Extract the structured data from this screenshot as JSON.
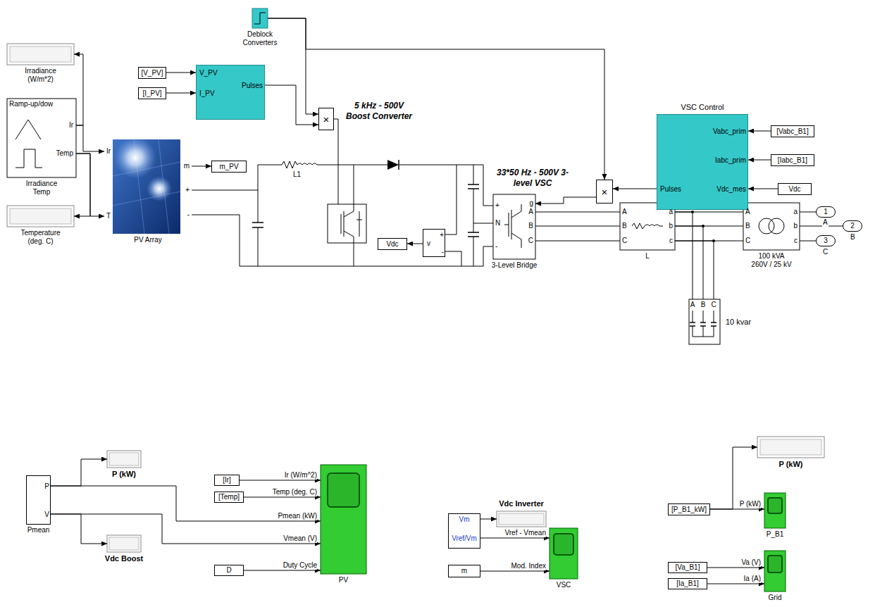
{
  "diagram": {
    "nodes": [
      {
        "text": [
          "Deblock Converters"
        ]
      },
      {
        "text": [
          "[V_PV]"
        ]
      },
      {
        "text": [
          "[I_PV]"
        ]
      },
      {
        "text": [
          "V_PV",
          "I_PV",
          "Pulses"
        ]
      },
      {
        "text": [
          "×"
        ]
      },
      {
        "text": [
          "VSC Control",
          "Vabc_prim",
          "Iabc_prim",
          "Vdc_mes",
          "Pulses"
        ]
      },
      {
        "text": [
          "[Vabc_B1]"
        ]
      },
      {
        "text": [
          "[Iabc_B1]"
        ]
      },
      {
        "text": [
          "Vdc"
        ]
      },
      {
        "text": [
          "Irradiance (W/m*2)"
        ]
      },
      {
        "text": [
          "Ramp-up/dow",
          "Ir",
          "Temp",
          "Irradiance Temp"
        ]
      },
      {
        "text": [
          "×"
        ]
      },
      {
        "text": [
          "Ir",
          "T",
          "m",
          "+",
          "-",
          "PV Array"
        ]
      },
      {
        "text": [
          "m_PV"
        ]
      },
      {
        "text": [
          "Temperature (deg. C)"
        ]
      },
      {
        "text": [
          "Vdc"
        ]
      },
      {
        "text": [
          "v",
          "+",
          "-"
        ]
      },
      {
        "text": [
          "+",
          "N",
          "-",
          "g",
          "A",
          "B",
          "C",
          "3-Level Bridge"
        ]
      },
      {
        "text": [
          "A",
          "B",
          "C",
          "a",
          "b",
          "c",
          "L"
        ]
      },
      {
        "text": [
          "A",
          "B",
          "C",
          "a",
          "b",
          "c",
          "100 kVA 260V / 25 kV"
        ]
      },
      {
        "text": [
          "1"
        ]
      },
      {
        "text": [
          "2"
        ]
      },
      {
        "text": [
          "3"
        ]
      },
      {
        "text": [
          "A",
          "B",
          "C",
          "10 kvar"
        ]
      },
      {
        "text": [
          "P",
          "V",
          "Pmean"
        ]
      },
      {
        "text": [
          "P (kW)"
        ]
      },
      {
        "text": [
          "[Ir]"
        ]
      },
      {
        "text": [
          "[Temp]"
        ]
      },
      {
        "text": [
          "Vdc Boost"
        ]
      },
      {
        "text": [
          "D"
        ]
      },
      {
        "text": [
          "PV"
        ]
      },
      {
        "text": [
          "Vdc Inverter"
        ]
      },
      {
        "text": [
          "Vm",
          "Vref/Vm"
        ]
      },
      {
        "text": [
          "m"
        ]
      },
      {
        "text": [
          "VSC"
        ]
      },
      {
        "text": [
          "P (kW)"
        ]
      },
      {
        "text": [
          "[P_B1_kW]"
        ]
      },
      {
        "text": [
          "P_B1"
        ]
      },
      {
        "text": [
          "[Va_B1]"
        ]
      },
      {
        "text": [
          "[Ia_B1]"
        ]
      },
      {
        "text": [
          "Grid"
        ]
      }
    ],
    "edges": [
      {
        "from": 1,
        "to": 3,
        "arrow": "to"
      },
      {
        "from": 2,
        "to": 3,
        "arrow": "to"
      },
      {
        "from": 3,
        "to": 4,
        "arrow": "to"
      },
      {
        "from": 0,
        "to": 4,
        "arrow": "to"
      },
      {
        "from": 0,
        "to": 11,
        "arrow": "to"
      },
      {
        "from": 5,
        "to": 11,
        "arrow": "to"
      },
      {
        "from": 11,
        "to": 17,
        "arrow": "to"
      },
      {
        "from": 6,
        "to": 5,
        "arrow": "to"
      },
      {
        "from": 7,
        "to": 5,
        "arrow": "to"
      },
      {
        "from": 8,
        "to": 5,
        "arrow": "to"
      },
      {
        "from": 10,
        "to": 9,
        "arrow": "to"
      },
      {
        "from": 10,
        "to": 12,
        "arrow": "to"
      },
      {
        "from": 10,
        "to": 14,
        "arrow": "to"
      },
      {
        "from": 10,
        "to": 12,
        "arrow": "to"
      },
      {
        "from": 12,
        "to": 13,
        "arrow": "to"
      },
      {
        "from": 16,
        "to": 15,
        "arrow": "to"
      },
      {
        "from": 17,
        "to": 18,
        "arrow": "none"
      },
      {
        "from": 17,
        "to": 18,
        "arrow": "none"
      },
      {
        "from": 17,
        "to": 18,
        "arrow": "none"
      },
      {
        "from": 18,
        "to": 19,
        "arrow": "none"
      },
      {
        "from": 18,
        "to": 19,
        "arrow": "none"
      },
      {
        "from": 18,
        "to": 19,
        "arrow": "none"
      },
      {
        "from": 18,
        "to": 23,
        "arrow": "none"
      },
      {
        "from": 18,
        "to": 23,
        "arrow": "none"
      },
      {
        "from": 18,
        "to": 23,
        "arrow": "none"
      },
      {
        "from": 19,
        "to": 20,
        "arrow": "none"
      },
      {
        "from": 19,
        "to": 21,
        "arrow": "none"
      },
      {
        "from": 19,
        "to": 22,
        "arrow": "none"
      },
      {
        "from": 24,
        "to": 25,
        "arrow": "to"
      },
      {
        "from": 24,
        "to": 30,
        "arrow": "to",
        "label": "Pmean (kW)"
      },
      {
        "from": 24,
        "to": 28,
        "arrow": "to"
      },
      {
        "from": 24,
        "to": 30,
        "arrow": "to",
        "label": "Vmean (V)"
      },
      {
        "from": 26,
        "to": 30,
        "arrow": "to",
        "label": "Ir (W/m^2)"
      },
      {
        "from": 27,
        "to": 30,
        "arrow": "to",
        "label": "Temp (deg. C)"
      },
      {
        "from": 29,
        "to": 30,
        "arrow": "to",
        "label": "Duty Cycle"
      },
      {
        "from": 32,
        "to": 31,
        "arrow": "to"
      },
      {
        "from": 32,
        "to": 34,
        "arrow": "to",
        "label": "Vref - Vmean"
      },
      {
        "from": 33,
        "to": 34,
        "arrow": "to",
        "label": "Mod. Index"
      },
      {
        "from": 36,
        "to": 35,
        "arrow": "to"
      },
      {
        "from": 36,
        "to": 37,
        "arrow": "to",
        "label": "P (kW)"
      },
      {
        "from": 38,
        "to": 40,
        "arrow": "to",
        "label": "Va (V)"
      },
      {
        "from": 39,
        "to": 40,
        "arrow": "to",
        "label": "Ia (A)"
      }
    ],
    "labels": [
      "5 kHz - 500V Boost Converter",
      "L1",
      "33*50 Hz - 500V 3-level VSC",
      "A",
      "B",
      "C"
    ]
  }
}
